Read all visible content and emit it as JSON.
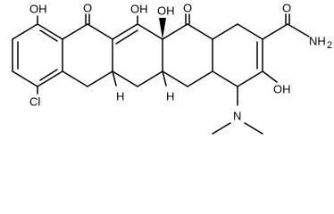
{
  "molecule": {
    "labels": {
      "oh_left": "OH",
      "o_ketone_mid": "O",
      "oh_center_top": "OH",
      "oh_center_ring": "OH",
      "o_ketone_right": "O",
      "amide_o": "O",
      "amide_n": "NH",
      "amide_n_sub": "2",
      "cl": "Cl",
      "h_left": "H",
      "h_right": "H",
      "oh_lower_right": "OH",
      "amine_n": "N"
    },
    "colors": {
      "bond": "#000000",
      "label": "#000000",
      "background": "#ffffff"
    }
  }
}
